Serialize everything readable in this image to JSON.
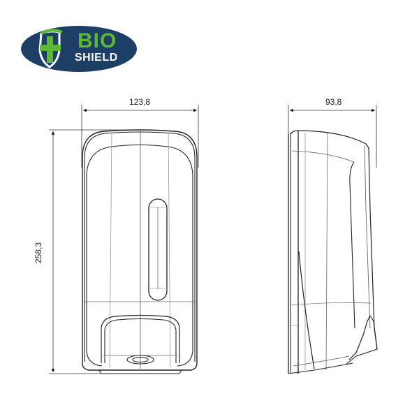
{
  "logo": {
    "line1": "BIO",
    "line2": "SHIELD",
    "colors": {
      "oval": "#1d3f66",
      "green": "#5cb836",
      "white": "#ffffff"
    }
  },
  "front_view": {
    "width_dim": "123,8",
    "height_dim": "258,3"
  },
  "side_view": {
    "depth_dim": "93,8"
  },
  "colors": {
    "line": "#222222",
    "thin_line": "#888888"
  }
}
